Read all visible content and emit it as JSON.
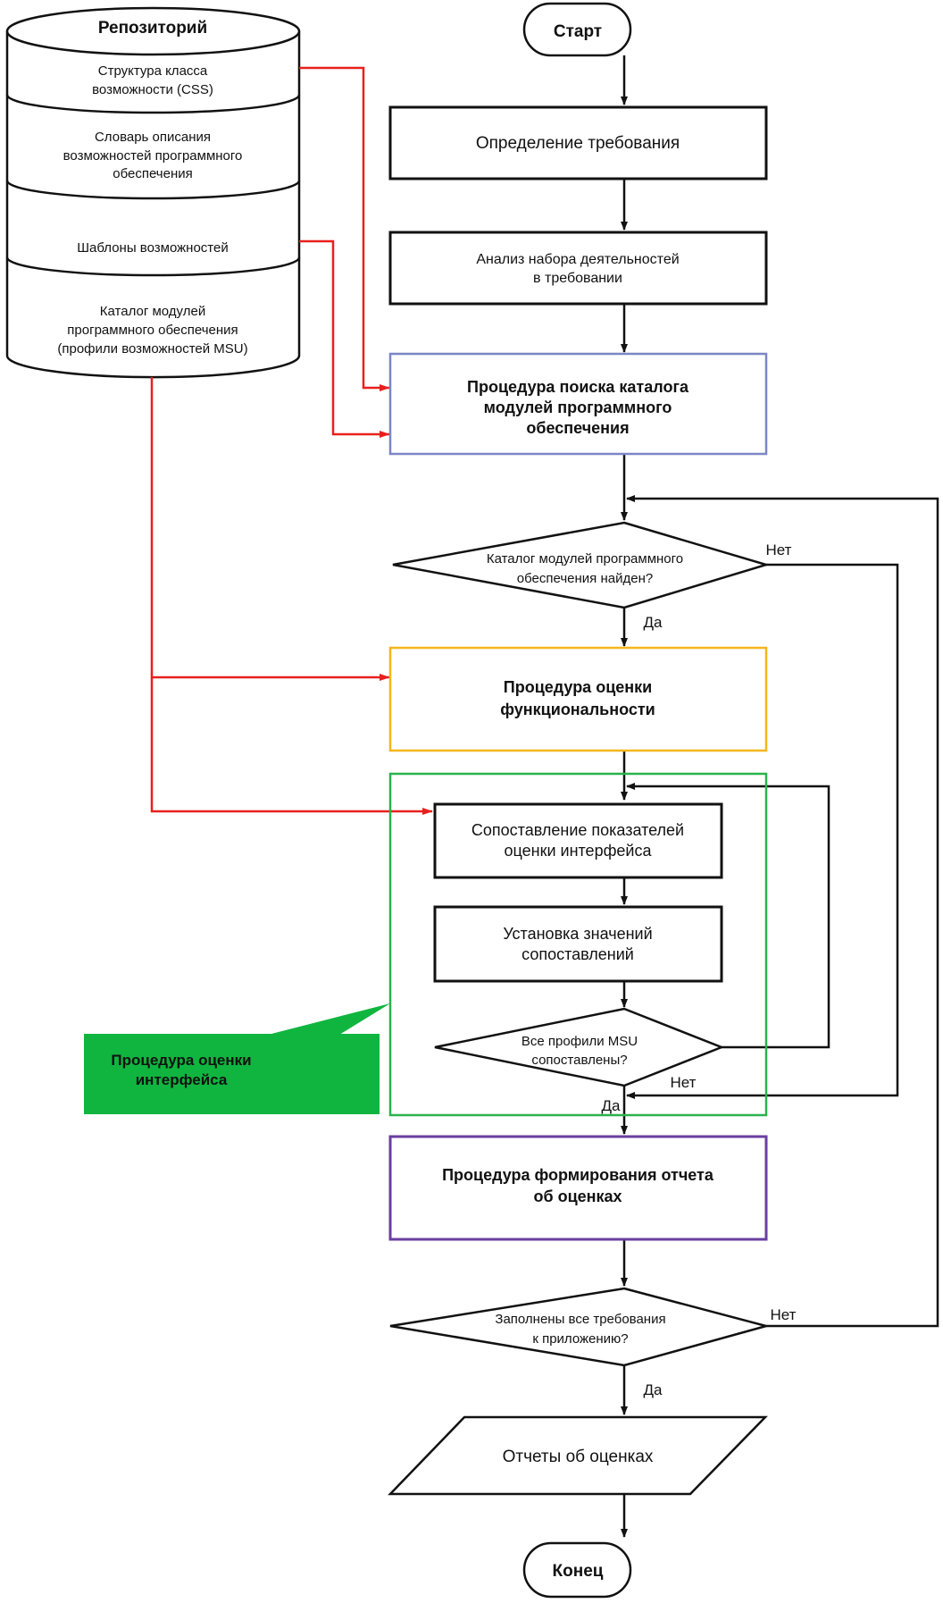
{
  "repository": {
    "title": "Репозиторий",
    "sections": [
      [
        "Структура класса",
        "возможности (CSS)"
      ],
      [
        "Словарь описания",
        "возможностей программного",
        "обеспечения"
      ],
      [
        "Шаблоны возможностей"
      ],
      [
        "Каталог модулей",
        "программного обеспечения",
        "(профили возможностей MSU)"
      ]
    ]
  },
  "flow": {
    "start": "Старт",
    "define_requirement": [
      "Определение требования"
    ],
    "analyze_activities": [
      "Анализ набора деятельностей",
      "в требовании"
    ],
    "catalog_search": [
      "Процедура поиска каталога",
      "модулей программного",
      "обеспечения"
    ],
    "catalog_found_question": [
      "Каталог модулей программного",
      "обеспечения найден?"
    ],
    "functionality_eval": [
      "Процедура оценки",
      "функциональности"
    ],
    "map_indicators": [
      "Сопоставление показателей",
      "оценки интерфейса"
    ],
    "set_mapping_values": [
      "Установка значений",
      "сопоставлений"
    ],
    "all_profiles_question": [
      "Все профили MSU",
      "сопоставлены?"
    ],
    "report_procedure": [
      "Процедура формирования отчета",
      "об оценках"
    ],
    "all_requirements_question": [
      "Заполнены все требования",
      "к приложению?"
    ],
    "reports_output": [
      "Отчеты об оценках"
    ],
    "end": "Конец"
  },
  "labels": {
    "yes": "Да",
    "no": "Нет"
  },
  "callout": [
    "Процедура оценки",
    "интерфейса"
  ],
  "colors": {
    "line": "#111111",
    "repo_link": "#e8201c",
    "catalog_search_border": "#7b86c4",
    "functionality_border": "#f5b51e",
    "interface_frame": "#2bb24c",
    "callout_fill": "#10b53f",
    "report_border": "#6a3fa0"
  }
}
